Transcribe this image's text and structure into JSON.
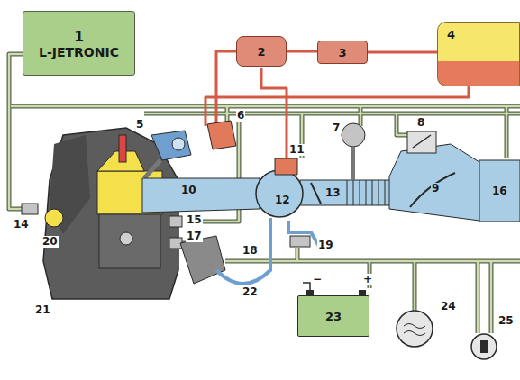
{
  "diagram": {
    "nodes": [
      {
        "text": [
          "1",
          "L-JETRONIC"
        ]
      },
      {
        "text": [
          "2"
        ]
      },
      {
        "text": [
          "3"
        ]
      },
      {
        "text": [
          "4"
        ]
      },
      {
        "text": [
          "23"
        ]
      }
    ],
    "edges": [
      {
        "from": 1,
        "to": 2,
        "arrow": "none"
      },
      {
        "from": 2,
        "to": 3,
        "arrow": "none"
      }
    ],
    "labels": [
      "5",
      "6",
      "7",
      "8",
      "9",
      "10",
      "11",
      "12",
      "13",
      "14",
      "15",
      "16",
      "17",
      "18",
      "19",
      "20",
      "21",
      "22",
      "24",
      "25",
      "−",
      "+"
    ]
  }
}
